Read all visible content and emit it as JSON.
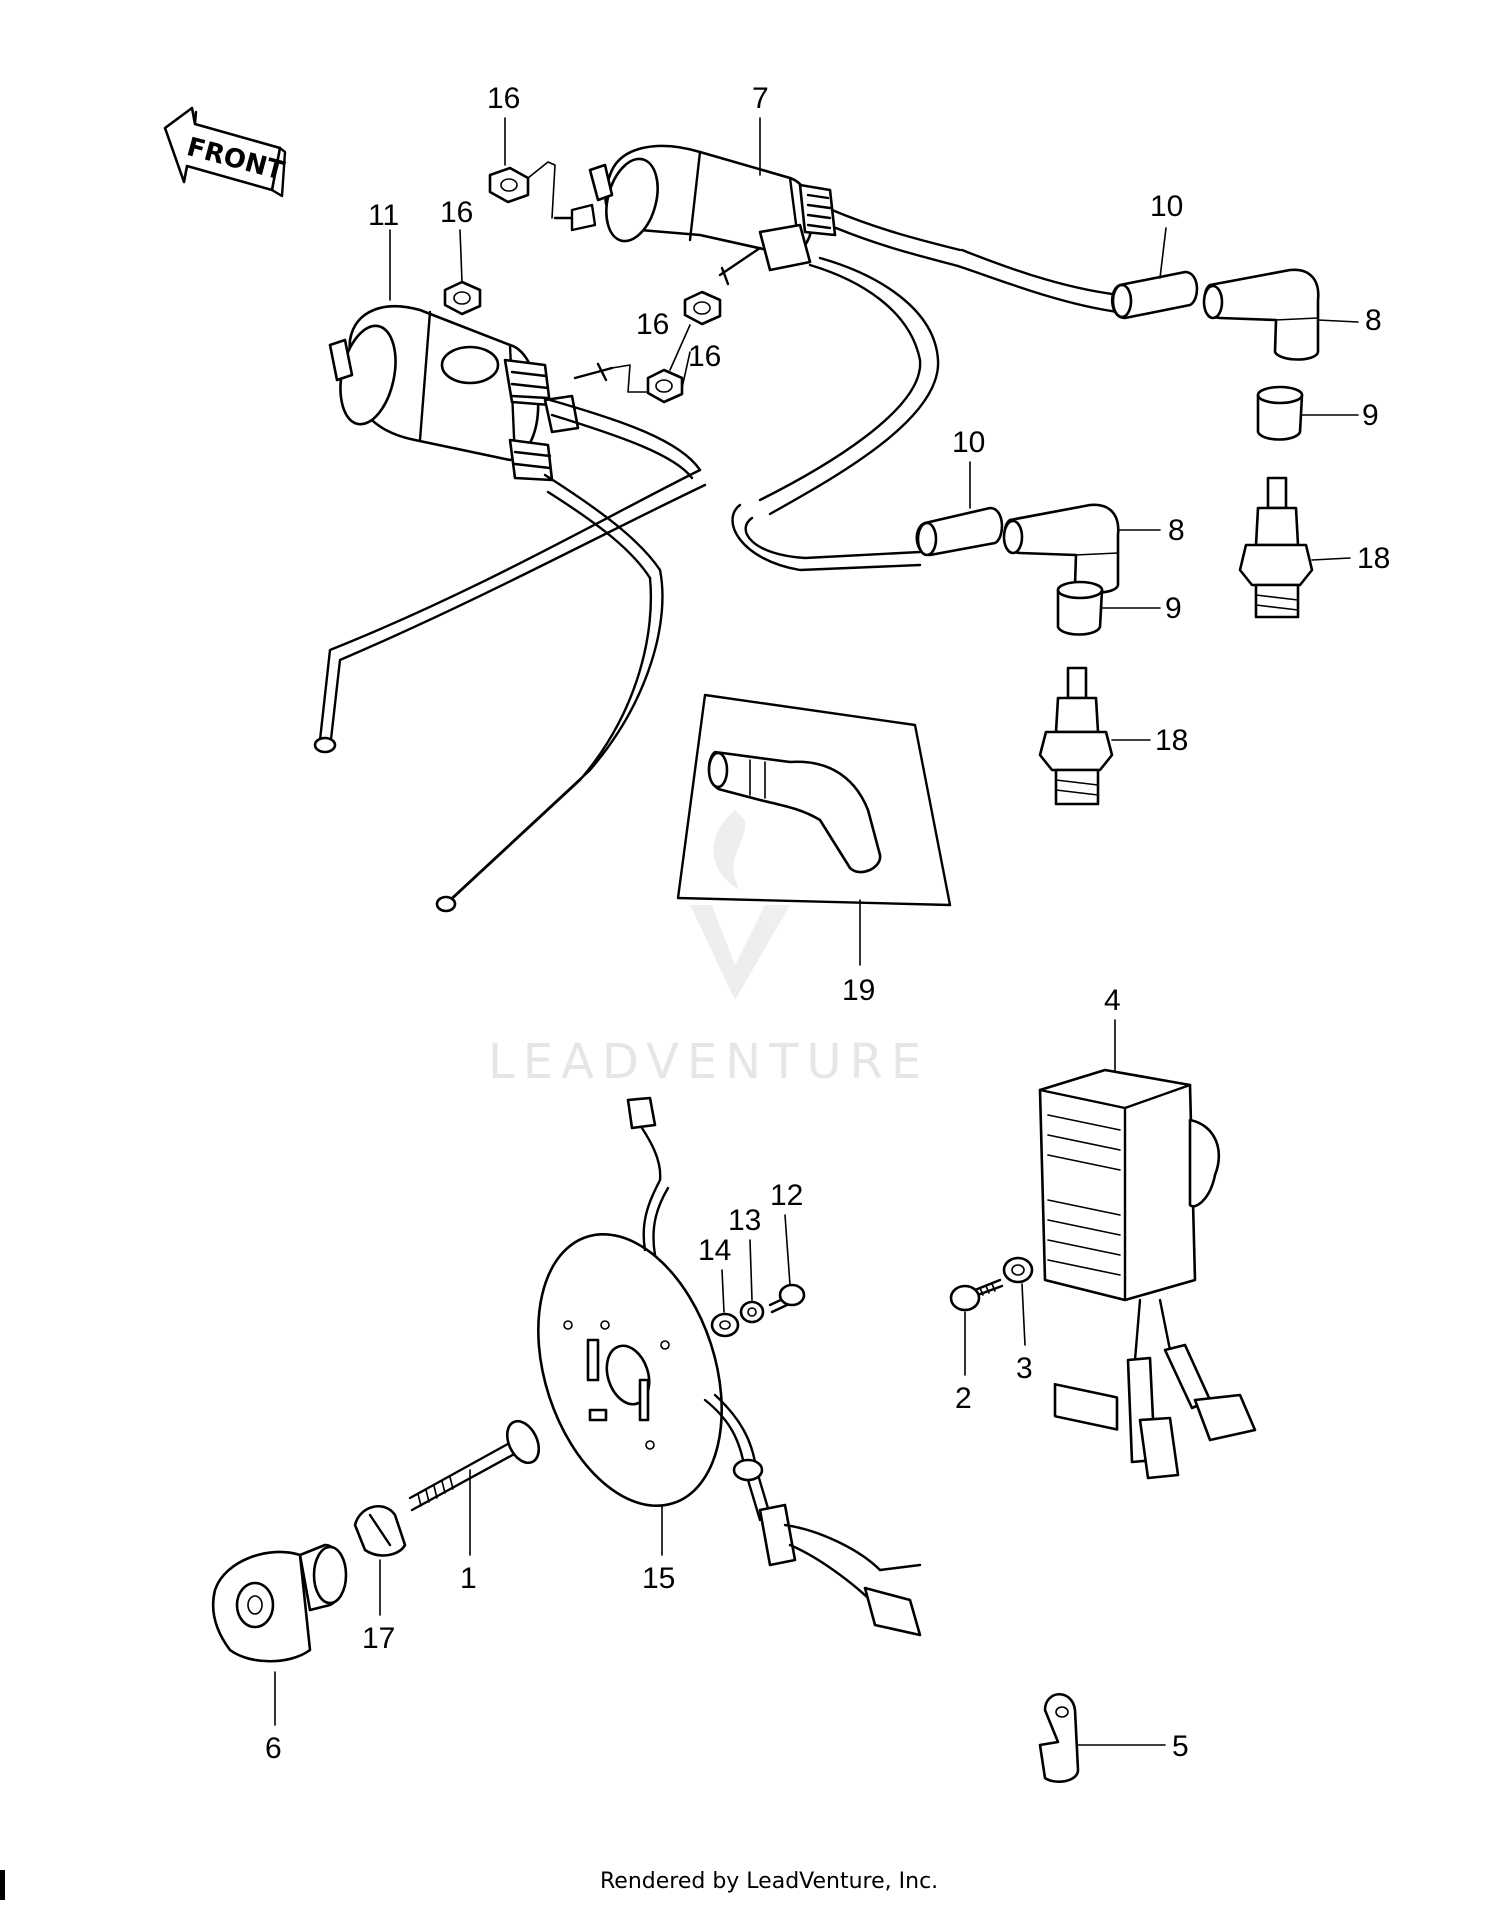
{
  "front_label": "FRONT",
  "watermark": "LEADVENTURE",
  "footer": "Rendered by LeadVenture, Inc.",
  "callouts": {
    "c16a": "16",
    "c7": "7",
    "c11": "11",
    "c16b": "16",
    "c16c": "16",
    "c16d": "16",
    "c10a": "10",
    "c8a": "8",
    "c9a": "9",
    "c18a": "18",
    "c10b": "10",
    "c8b": "8",
    "c9b": "9",
    "c18b": "18",
    "c19": "19",
    "c4": "4",
    "c12": "12",
    "c13": "13",
    "c14": "14",
    "c2": "2",
    "c3": "3",
    "c1": "1",
    "c15": "15",
    "c17": "17",
    "c6": "6",
    "c5": "5"
  }
}
